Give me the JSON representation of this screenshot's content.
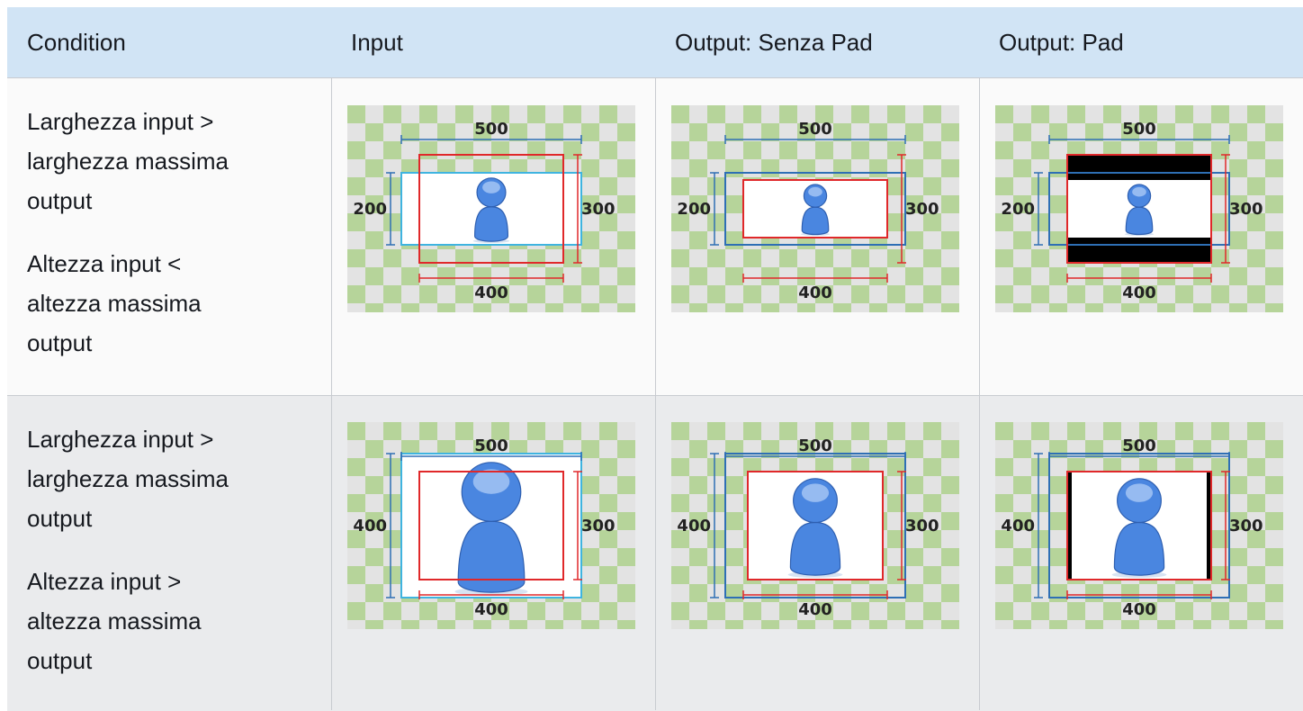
{
  "header": {
    "condition": "Condition",
    "input": "Input",
    "output_no_pad": "Output: Senza Pad",
    "output_pad": "Output: Pad"
  },
  "rows": [
    {
      "condition_line1": "Larghezza input >\nlarghezza massima\noutput",
      "condition_line2": "Altezza input <\naltezza massima\noutput",
      "input_width": 500,
      "input_height": 200,
      "max_width": 400,
      "max_height": 300
    },
    {
      "condition_line1": "Larghezza input >\nlarghezza massima\noutput",
      "condition_line2": "Altezza input >\naltezza massima\noutput",
      "input_width": 500,
      "input_height": 400,
      "max_width": 400,
      "max_height": 300
    }
  ],
  "colors": {
    "header_bg": "#d1e4f5",
    "input_box": "#3fb4e0",
    "output_box": "#e0282a",
    "dimension_blue": "#2e6fb5",
    "checker_green": "#b6d49a",
    "checker_gray": "#e3e3e3",
    "person_icon": "#4a86e0"
  },
  "icons": {
    "subject": "person-icon"
  }
}
